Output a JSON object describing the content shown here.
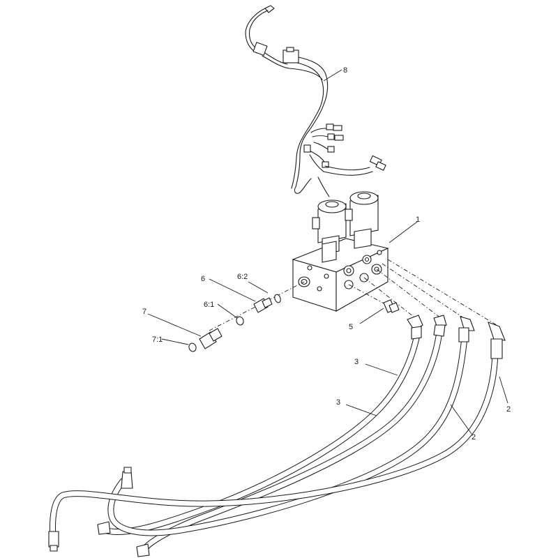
{
  "diagram": {
    "callouts": {
      "c1": "1",
      "c2a": "2",
      "c2b": "2",
      "c3a": "3",
      "c3b": "3",
      "c5": "5",
      "c6": "6",
      "c6_1": "6:1",
      "c6_2": "6:2",
      "c7": "7",
      "c7_1": "7:1",
      "c8": "8"
    }
  }
}
